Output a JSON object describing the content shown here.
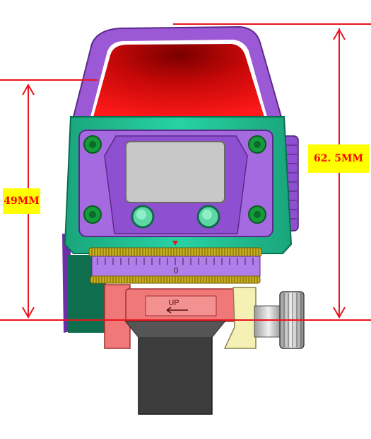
{
  "dimensions": {
    "overall_height": "62. 5MM",
    "window_height": "49MM"
  },
  "device": {
    "dial_zero": "0",
    "mount_arrow_label": "UP"
  },
  "colors": {
    "dimension_line": "#e8141e",
    "label_background": "#ffff00",
    "housing_purple": "#9b59d6",
    "lens_red": "#e01010",
    "body_teal": "#21c497",
    "screen_gray": "#c8c8c8",
    "button_green": "#5fd6a6",
    "screw_green": "#149c3c",
    "dial_gold": "#c9b020",
    "mount_pink": "#f07878",
    "mount_yellow": "#f5f0b4",
    "base_dark": "#3c3c3c"
  }
}
